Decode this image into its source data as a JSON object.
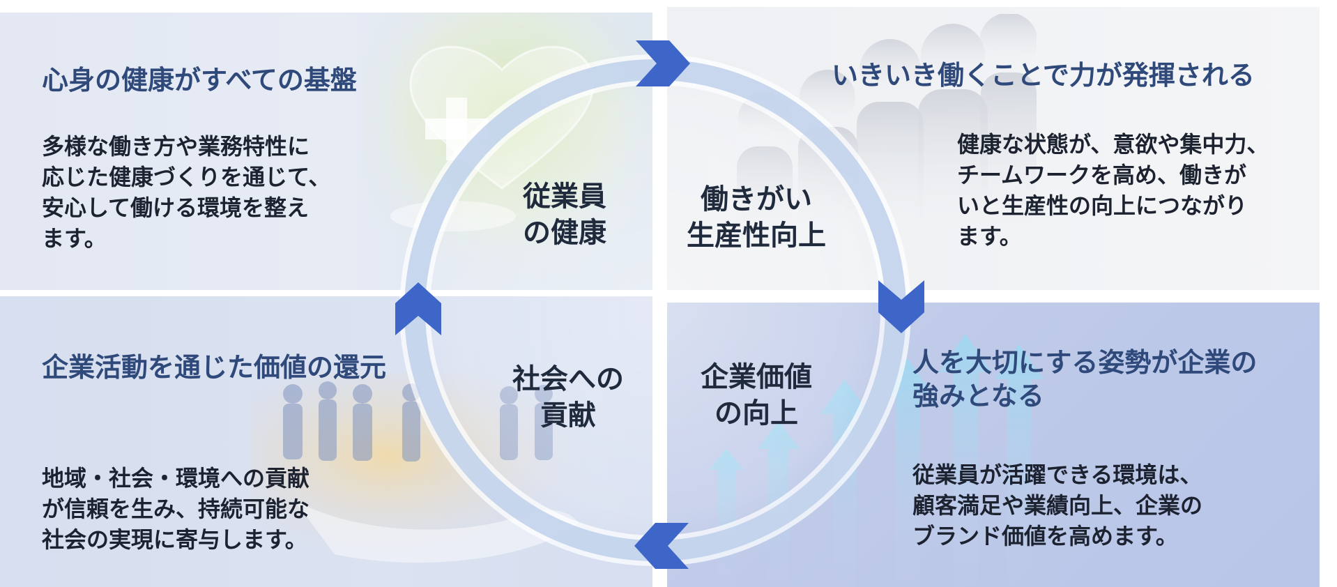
{
  "colors": {
    "heading": "#2f4a7a",
    "body": "#1c2230",
    "arrow": "#3d66c8",
    "ring": "#b7cbe8"
  },
  "quadrants": {
    "top_left": {
      "heading": "心身の健康がすべての基盤",
      "body": "多様な働き方や業務特性に\n応じた健康づくりを通じて、\n安心して働ける環境を整え\nます。",
      "center_label": "従業員\nの健康",
      "image": "heart-medical-cross-icon"
    },
    "top_right": {
      "heading": "いきいき働くことで力が発揮される",
      "body": "健康な状態が、意欲や集中力、\nチームワークを高め、働きが\nいと生産性の向上につながり\nます。",
      "center_label": "働きがい\n生産性向上",
      "image": "team-members-photo"
    },
    "bottom_left": {
      "heading": "企業活動を通じた価値の還元",
      "body": "地域・社会・環境への貢献\nが信頼を生み、持続可能な\n社会の実現に寄与します。",
      "center_label": "社会への\n貢献",
      "image": "city-people-in-hand-photo"
    },
    "bottom_right": {
      "heading_line1": "人を大切にする姿勢が企業の",
      "heading_line2": "強みとなる",
      "body": "従業員が活躍できる環境は、\n顧客満足や業績向上、企業の\nブランド価値を高めます。",
      "center_label": "企業価値\nの向上",
      "image": "rising-arrows-growth-icon"
    }
  },
  "cycle_arrows": [
    "chevron-right-icon",
    "chevron-down-icon",
    "chevron-left-icon",
    "chevron-up-icon"
  ]
}
